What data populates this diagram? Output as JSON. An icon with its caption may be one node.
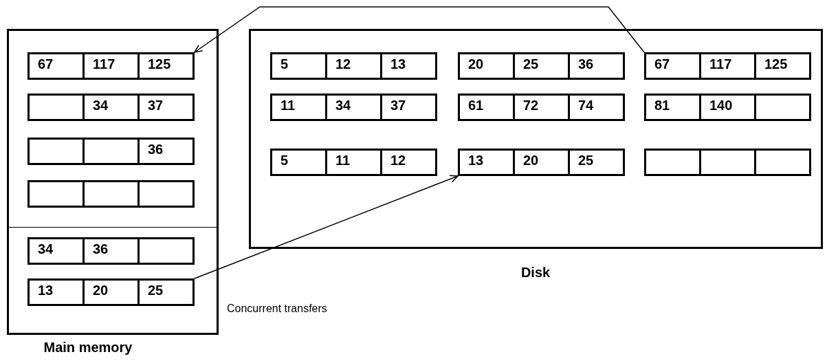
{
  "diagram": {
    "nodes": [
      {
        "text": [
          "Main memory"
        ]
      },
      {
        "text": [
          "67"
        ],
        "in": 0
      },
      {
        "text": [
          "117"
        ],
        "in": 0
      },
      {
        "text": [
          "125"
        ],
        "in": 0
      },
      {
        "text": [],
        "shape": "box",
        "in": 0
      },
      {
        "text": [
          "34"
        ],
        "in": 0
      },
      {
        "text": [
          "37"
        ],
        "in": 0
      },
      {
        "text": [],
        "shape": "box",
        "in": 0
      },
      {
        "text": [],
        "shape": "box",
        "in": 0
      },
      {
        "text": [
          "36"
        ],
        "in": 0
      },
      {
        "text": [],
        "shape": "box",
        "in": 0
      },
      {
        "text": [],
        "shape": "box",
        "in": 0
      },
      {
        "text": [],
        "shape": "box",
        "in": 0
      },
      {
        "text": [
          "34"
        ],
        "in": 0
      },
      {
        "text": [
          "36"
        ],
        "in": 0
      },
      {
        "text": [],
        "shape": "box",
        "in": 0
      },
      {
        "text": [
          "13"
        ],
        "in": 0
      },
      {
        "text": [
          "20"
        ],
        "in": 0
      },
      {
        "text": [
          "25"
        ],
        "in": 0
      },
      {
        "text": [
          "Disk"
        ]
      },
      {
        "text": [
          "5"
        ],
        "in": 19
      },
      {
        "text": [
          "12"
        ],
        "in": 19
      },
      {
        "text": [
          "13"
        ],
        "in": 19
      },
      {
        "text": [
          "20"
        ],
        "in": 19
      },
      {
        "text": [
          "25"
        ],
        "in": 19
      },
      {
        "text": [
          "36"
        ],
        "in": 19
      },
      {
        "text": [
          "67"
        ],
        "in": 19
      },
      {
        "text": [
          "117"
        ],
        "in": 19
      },
      {
        "text": [
          "125"
        ],
        "in": 19
      },
      {
        "text": [
          "11"
        ],
        "in": 19
      },
      {
        "text": [
          "34"
        ],
        "in": 19
      },
      {
        "text": [
          "37"
        ],
        "in": 19
      },
      {
        "text": [
          "61"
        ],
        "in": 19
      },
      {
        "text": [
          "72"
        ],
        "in": 19
      },
      {
        "text": [
          "74"
        ],
        "in": 19
      },
      {
        "text": [
          "81"
        ],
        "in": 19
      },
      {
        "text": [
          "140"
        ],
        "in": 19
      },
      {
        "text": [],
        "shape": "box",
        "in": 19
      },
      {
        "text": [
          "5"
        ],
        "in": 19
      },
      {
        "text": [
          "11"
        ],
        "in": 19
      },
      {
        "text": [
          "12"
        ],
        "in": 19
      },
      {
        "text": [
          "13"
        ],
        "in": 19
      },
      {
        "text": [
          "20"
        ],
        "in": 19
      },
      {
        "text": [
          "25"
        ],
        "in": 19
      },
      {
        "text": [],
        "shape": "box",
        "in": 19
      },
      {
        "text": [],
        "shape": "box",
        "in": 19
      },
      {
        "text": [],
        "shape": "box",
        "in": 19
      }
    ],
    "edges": [
      {
        "from": 26,
        "to": 3,
        "arrow": "to"
      },
      {
        "from": 18,
        "to": 41,
        "arrow": "to"
      }
    ],
    "labels": [
      "Concurrent transfers"
    ]
  }
}
